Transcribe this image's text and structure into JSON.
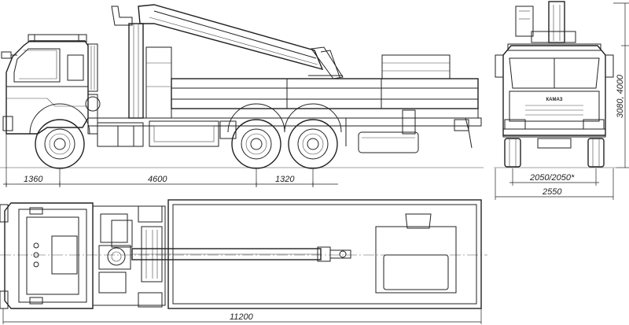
{
  "dimensions": {
    "front_overhang": "1360",
    "wheelbase": "4600",
    "bogie": "1320",
    "total_length": "11200",
    "track": "2050/2050*",
    "width": "2550",
    "height": "3080, 4000"
  },
  "badges": {
    "grille_brand": "КАМАЗ"
  }
}
